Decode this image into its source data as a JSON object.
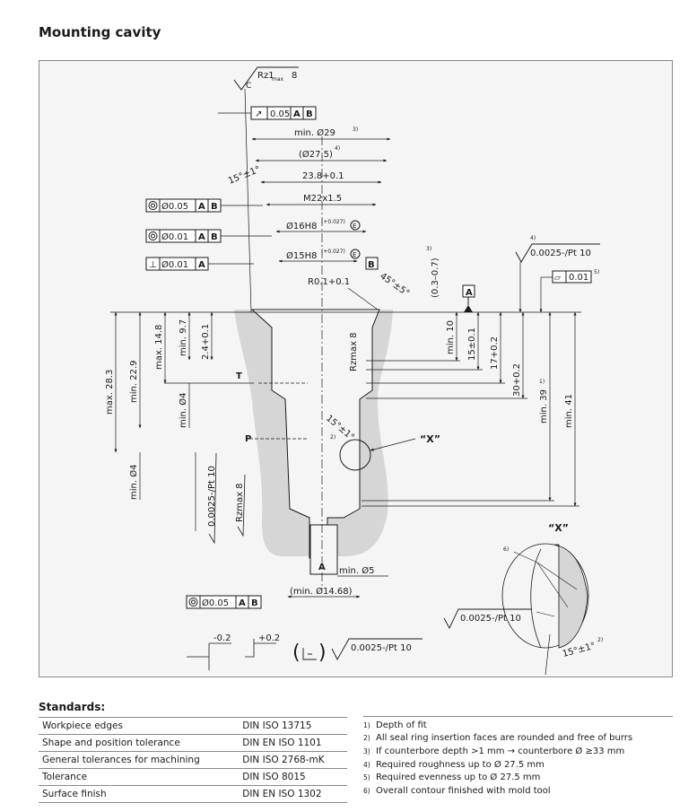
{
  "page_title": "Mounting cavity",
  "drawing": {
    "rz1_max": "Rz1",
    "rz1_max_sub": "max",
    "rz1_max_val": "8",
    "datum_c": "C",
    "runout_tol": "0.05",
    "datum_a": "A",
    "datum_b": "B",
    "min_d29": "min. Ø29",
    "sup3": "3)",
    "d27_5": "(Ø27.5)",
    "sup4": "4)",
    "angle_15_1": "15°±1°",
    "dim_23_8": "23.8+0.1",
    "thread": "M22x1.5",
    "conc_005": "Ø0.05",
    "conc_001": "Ø0.01",
    "perp_001": "Ø0.01",
    "d16h8": "Ø16H8",
    "d16h8_tol": "(+0.027)",
    "d15h8": "Ø15H8",
    "d15h8_tol": "(+0.027)",
    "e_circle": "E",
    "r01": "R0.1+0.1",
    "chamfer_45": "45°±5°",
    "depth_03_07": "(0.3–0.7)",
    "sup3b": "3)",
    "flat_a": "A",
    "fn4": "4)",
    "rough_0025": "0.0025-/Pt 10",
    "flat_001": "0.01",
    "fn5": "5)",
    "max_28_3": "max. 28.3",
    "min_22_9": "min. 22.9",
    "max_14_8": "max. 14.8",
    "min_9_7": "min. 9.7",
    "dim_2_4": "2.4+0.1",
    "min_d4a": "min. Ø4",
    "min_d4b": "min. Ø4",
    "label_t": "T",
    "label_p": "P",
    "rzmax8a": "Rzmax 8",
    "rzmax8b": "Rzmax 8",
    "rough_vert": "0.0025-/Pt 10",
    "min_10": "min. 10",
    "dim_15": "15±0.1",
    "dim_17": "17+0.2",
    "dim_30": "30+0.2",
    "min_39": "min. 39",
    "sup1": "1)",
    "min_41": "min. 41",
    "angle_15_x": "15°±1°",
    "sup2": "2)",
    "x_label": "“X”",
    "label_a_bottom": "A",
    "min_d5": "min. Ø5",
    "min_d14_68": "(min. Ø14.68)",
    "conc_bottom": "Ø0.05",
    "edge_m02": "-0.2",
    "edge_p02": "+0.2",
    "rough_bottom": "0.0025-/Pt 10",
    "detail_x": "“X”",
    "fn6": "6)",
    "detail_rough": "0.0025-/Pt 10",
    "detail_angle": "15°±1°",
    "detail_sup2": "2)"
  },
  "standards": {
    "title": "Standards:",
    "rows": [
      {
        "label": "Workpiece edges",
        "value": "DIN ISO 13715"
      },
      {
        "label": "Shape and position tolerance",
        "value": "DIN EN ISO 1101"
      },
      {
        "label": "General tolerances for machining",
        "value": "DIN ISO 2768-mK"
      },
      {
        "label": "Tolerance",
        "value": "DIN ISO 8015"
      },
      {
        "label": "Surface finish",
        "value": "DIN EN ISO 1302"
      }
    ]
  },
  "footnotes": [
    {
      "n": "1)",
      "text": "Depth of fit"
    },
    {
      "n": "2)",
      "text": "All seal ring insertion faces are rounded and free of burrs"
    },
    {
      "n": "3)",
      "text": "If counterbore depth >1 mm → counterbore Ø ≥33 mm"
    },
    {
      "n": "4)",
      "text": "Required roughness up to Ø 27.5 mm"
    },
    {
      "n": "5)",
      "text": "Required evenness up to Ø 27.5 mm"
    },
    {
      "n": "6)",
      "text": "Overall contour finished with mold tool"
    }
  ]
}
